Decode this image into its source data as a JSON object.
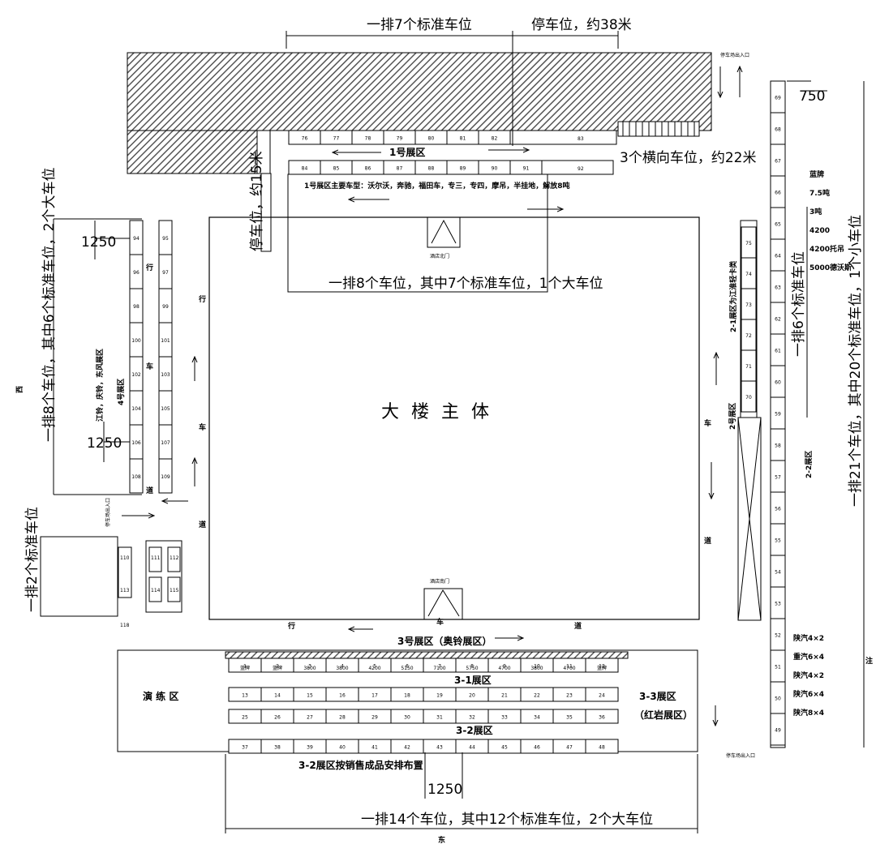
{
  "labels": {
    "top_row_7": "一排7个标准车位",
    "parking_38": "停车位，约38米",
    "row_3_horizontal": "3个横向车位，约22米",
    "area1": "1号展区",
    "area1_models": "1号展区主要车型：沃尔沃，奔驰，福田车，专三，专四，摩吊，半挂地，解放8吨",
    "parking_15": "停车位，约15米",
    "row_8": "一排8个车位，其中7个标准车位，1个大车位",
    "building": "大 楼 主 体",
    "north_door": "酒店北门",
    "south_door": "酒店南门",
    "area3": "3号展区（奥铃展区）",
    "area3_1": "3-1展区",
    "area3_2": "3-2展区",
    "area3_3": "3-3展区",
    "area3_3_sub": "（红岩展区）",
    "area3_2_note": "3-2展区按销售成品安排布置",
    "practice": "演 练 区",
    "row_14": "一排14个车位，其中12个标准车位，2个大车位",
    "dim_1250": "1250",
    "dim_750": "750",
    "west": "西",
    "east": "东",
    "note": "注",
    "left_row": "一排8个车位，其中6个标准车位，2个大车位",
    "left_area": "4号展区",
    "left_area_brands": "江铃，庆铃，东风展区",
    "left_row2": "一排2个标准车位",
    "right_row6": "一排6个标准车位",
    "right_row21": "一排21个车位，其中20个标准车位，1个小车位",
    "area2": "2号展区",
    "area2_1": "2-1展区为江淮轻卡类",
    "area2_2": "2-2展区",
    "entrance": "停车场出入口",
    "right_notes": [
      "蓝牌",
      "7.5吨",
      "3吨",
      "4200",
      "4200托吊",
      "5000德沃斯"
    ],
    "right_notes2": [
      "陕汽4×2",
      "重汽6×4",
      "陕汽4×2",
      "陕汽6×4",
      "陕汽8×4"
    ],
    "road_chars": [
      "车",
      "道",
      "行",
      "车",
      "道"
    ]
  },
  "slots": {
    "top1": [
      "76",
      "77",
      "78",
      "79",
      "80",
      "81",
      "82",
      "83"
    ],
    "top2": [
      "84",
      "85",
      "86",
      "87",
      "88",
      "89",
      "90",
      "91",
      "92"
    ],
    "left_col1": [
      "94",
      "96",
      "98",
      "100",
      "102",
      "104",
      "106",
      "108"
    ],
    "left_col2": [
      "95",
      "97",
      "99",
      "101",
      "103",
      "105",
      "107",
      "109"
    ],
    "small_left": [
      "110",
      "111",
      "112",
      "113",
      "114",
      "115",
      "118"
    ],
    "mid_col": [
      "75",
      "74",
      "73",
      "72",
      "71",
      "70"
    ],
    "right_col": [
      "69",
      "68",
      "67",
      "66",
      "65",
      "64",
      "63",
      "62",
      "61",
      "60",
      "59",
      "58",
      "57",
      "56",
      "55",
      "54",
      "53",
      "52",
      "51",
      "50",
      "49"
    ],
    "b_row1_labels": [
      "蓝牌",
      "蓝牌",
      "3800",
      "3800",
      "4200",
      "5150",
      "7100",
      "5750",
      "4700",
      "3800",
      "4700",
      "蓝牌"
    ],
    "b_row1_nums": [
      "1",
      "2",
      "3",
      "4",
      "5",
      "6",
      "7",
      "8",
      "9",
      "10",
      "11",
      "12"
    ],
    "b_row2_nums": [
      "13",
      "14",
      "15",
      "16",
      "17",
      "18",
      "19",
      "20",
      "21",
      "22",
      "23",
      "24"
    ],
    "b_row3_nums": [
      "25",
      "26",
      "27",
      "28",
      "29",
      "30",
      "31",
      "32",
      "33",
      "34",
      "35",
      "36"
    ],
    "b_row4_nums": [
      "37",
      "38",
      "39",
      "40",
      "41",
      "42",
      "43",
      "44",
      "45",
      "46",
      "47",
      "48"
    ]
  }
}
